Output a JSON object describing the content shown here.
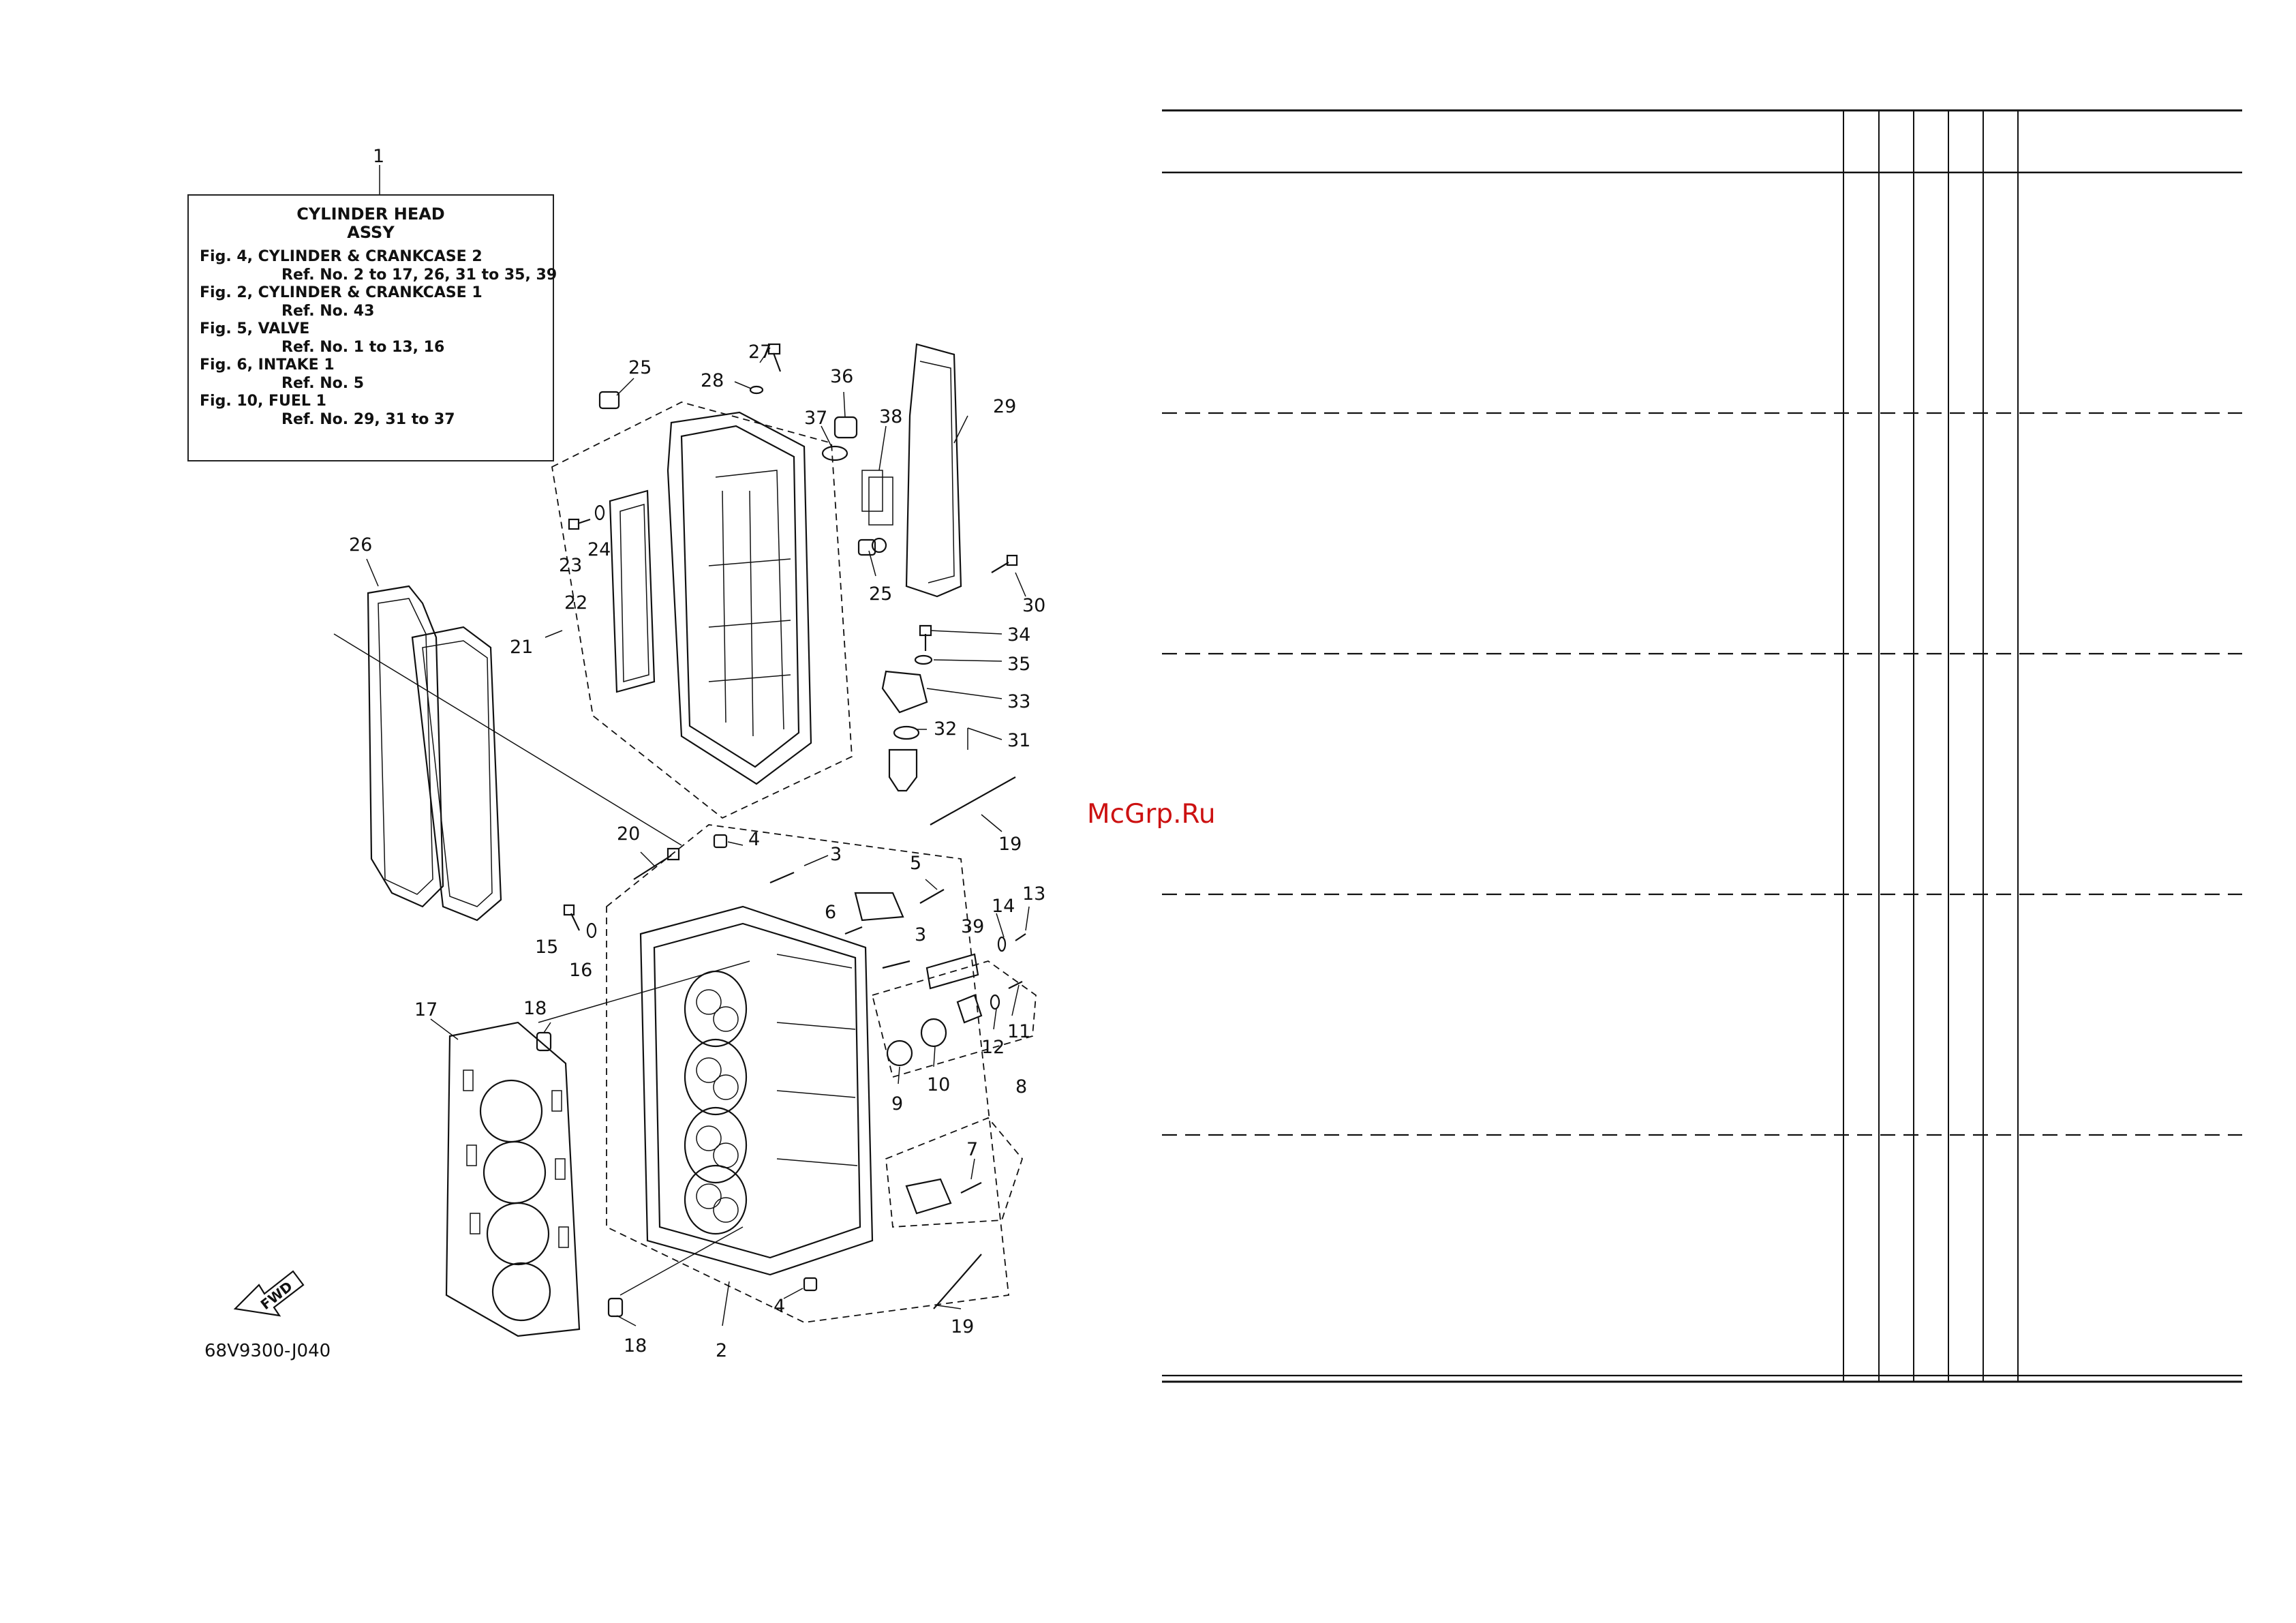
{
  "infobox": {
    "callout": "1",
    "title": "CYLINDER HEAD",
    "subtitle": "ASSY",
    "entries": [
      {
        "fig": "Fig. 4, CYLINDER & CRANKCASE 2",
        "ref": "Ref. No. 2 to 17, 26, 31 to 35, 39"
      },
      {
        "fig": "Fig. 2, CYLINDER & CRANKCASE 1",
        "ref": "Ref. No. 43"
      },
      {
        "fig": "Fig. 5, VALVE",
        "ref": "Ref. No. 1 to 13, 16"
      },
      {
        "fig": "Fig. 6, INTAKE 1",
        "ref": "Ref. No. 5"
      },
      {
        "fig": "Fig. 10, FUEL 1",
        "ref": "Ref. No. 29, 31 to 37"
      }
    ]
  },
  "callouts": [
    "25",
    "27",
    "28",
    "36",
    "37",
    "38",
    "29",
    "26",
    "23",
    "24",
    "22",
    "21",
    "25",
    "30",
    "34",
    "35",
    "33",
    "32",
    "31",
    "19",
    "20",
    "4",
    "3",
    "5",
    "6",
    "15",
    "16",
    "14",
    "13",
    "3",
    "39",
    "17",
    "18",
    "11",
    "12",
    "9",
    "10",
    "8",
    "7",
    "4",
    "19",
    "18",
    "2"
  ],
  "fwd_label": "FWD",
  "figure_code": "68V9300-J040",
  "watermark": "McGrp.Ru",
  "colors": {
    "ink": "#111111",
    "watermark": "#cc1111",
    "paper": "#ffffff"
  }
}
